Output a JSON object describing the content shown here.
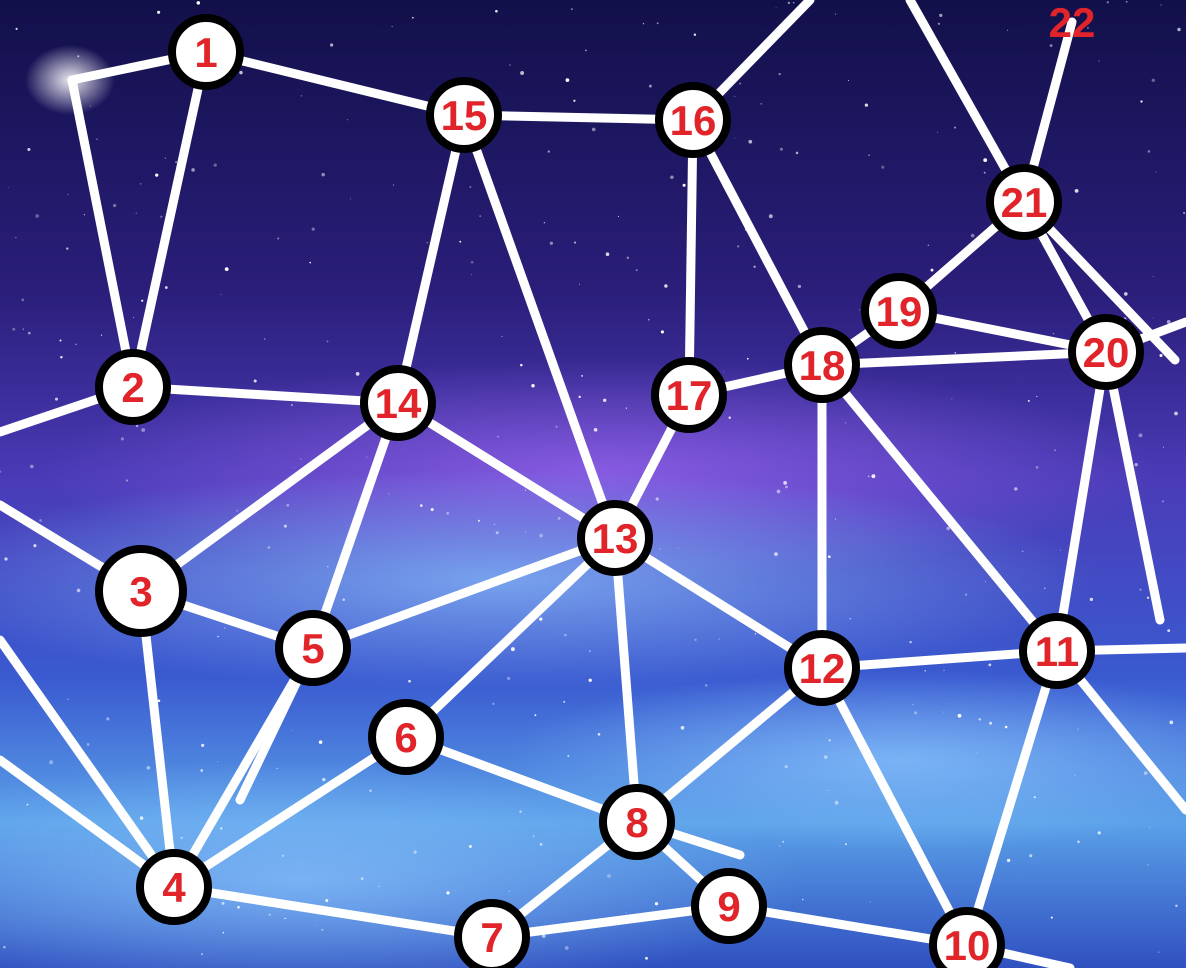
{
  "puzzle": {
    "nodes": [
      {
        "id": 1,
        "label": "1"
      },
      {
        "id": 2,
        "label": "2"
      },
      {
        "id": 3,
        "label": "3"
      },
      {
        "id": 4,
        "label": "4"
      },
      {
        "id": 5,
        "label": "5"
      },
      {
        "id": 6,
        "label": "6"
      },
      {
        "id": 7,
        "label": "7"
      },
      {
        "id": 8,
        "label": "8"
      },
      {
        "id": 9,
        "label": "9"
      },
      {
        "id": 10,
        "label": "10"
      },
      {
        "id": 11,
        "label": "11"
      },
      {
        "id": 12,
        "label": "12"
      },
      {
        "id": 13,
        "label": "13"
      },
      {
        "id": 14,
        "label": "14"
      },
      {
        "id": 15,
        "label": "15"
      },
      {
        "id": 16,
        "label": "16"
      },
      {
        "id": 17,
        "label": "17"
      },
      {
        "id": 18,
        "label": "18"
      },
      {
        "id": 19,
        "label": "19"
      },
      {
        "id": 20,
        "label": "20"
      },
      {
        "id": 21,
        "label": "21"
      },
      {
        "id": 22,
        "label": "22"
      }
    ],
    "edges": [
      [
        1,
        2
      ],
      [
        1,
        15
      ],
      [
        2,
        14
      ],
      [
        14,
        15
      ],
      [
        15,
        16
      ],
      [
        15,
        13
      ],
      [
        16,
        17
      ],
      [
        16,
        18
      ],
      [
        17,
        18
      ],
      [
        18,
        19
      ],
      [
        18,
        20
      ],
      [
        19,
        21
      ],
      [
        21,
        22
      ],
      [
        14,
        3
      ],
      [
        14,
        5
      ],
      [
        14,
        13
      ],
      [
        3,
        5
      ],
      [
        3,
        4
      ],
      [
        5,
        13
      ],
      [
        13,
        6
      ],
      [
        13,
        8
      ],
      [
        13,
        17
      ],
      [
        13,
        12
      ],
      [
        6,
        8
      ],
      [
        8,
        12
      ],
      [
        8,
        7
      ],
      [
        8,
        9
      ],
      [
        7,
        9
      ],
      [
        7,
        4
      ],
      [
        9,
        10
      ],
      [
        12,
        10
      ],
      [
        12,
        11
      ],
      [
        12,
        18
      ],
      [
        11,
        18
      ],
      [
        11,
        10
      ],
      [
        11,
        20
      ],
      [
        20,
        21
      ],
      [
        19,
        20
      ],
      [
        5,
        4
      ],
      [
        6,
        4
      ]
    ],
    "colors": {
      "edge": "#ffffff",
      "node_fill": "#ffffff",
      "node_stroke": "#000000",
      "label": "#e0242a"
    }
  }
}
